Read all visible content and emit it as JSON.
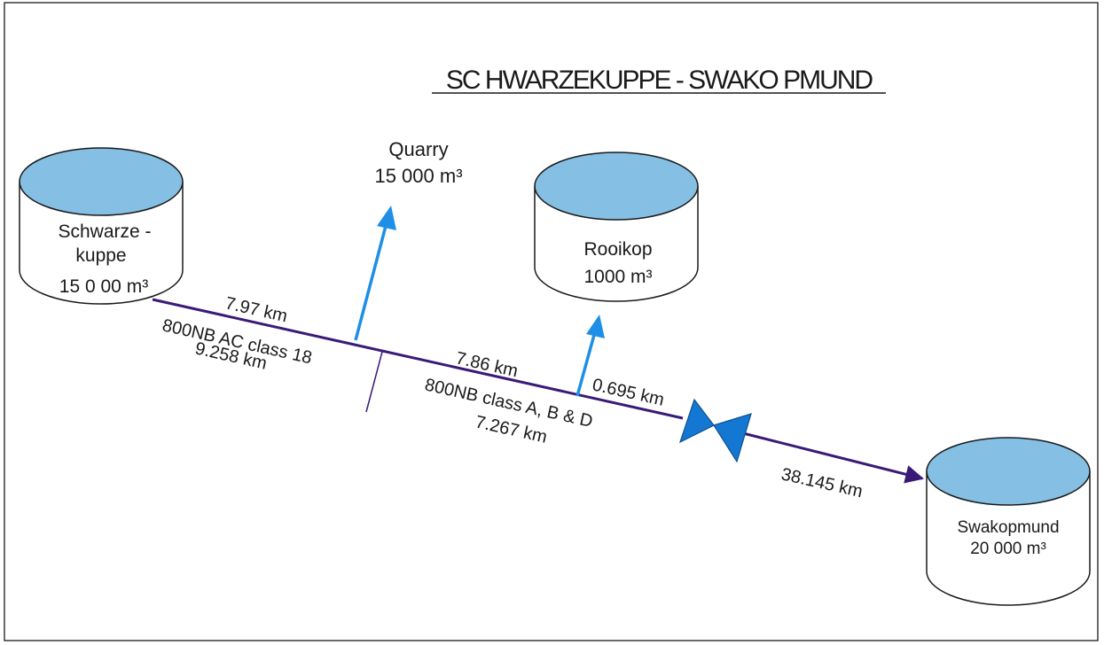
{
  "title": "SC HWARZEKUPPE - SWAKO PMUND",
  "colors": {
    "pipe": "#3a1a78",
    "branch_arrow": "#1e8fe6",
    "tank_top": "#85bfe3",
    "valve": "#1478d2",
    "border": "#1a1a1a"
  },
  "tanks": {
    "schwarzekuppe": {
      "line1": "Schwarze -",
      "line2": "kuppe",
      "line3": "15 0 00  m³"
    },
    "rooikop": {
      "line1": "Rooikop",
      "line2": "1000 m³"
    },
    "swakopmund": {
      "line1": "Swakopmund",
      "line2": "20 000 m³"
    }
  },
  "quarry": {
    "name": "Quarry",
    "volume": "15 000 m³"
  },
  "segments": {
    "seg1": {
      "distance": "7.97  km",
      "spec": "800NB AC class  18",
      "length": "9.258  km"
    },
    "seg2": {
      "distance": "7.86 km",
      "spec": "800NB class A, B &  D",
      "length": "7.267 km"
    },
    "seg3": {
      "distance": "0.695 km"
    },
    "seg4": {
      "distance": "38.145  km"
    }
  }
}
